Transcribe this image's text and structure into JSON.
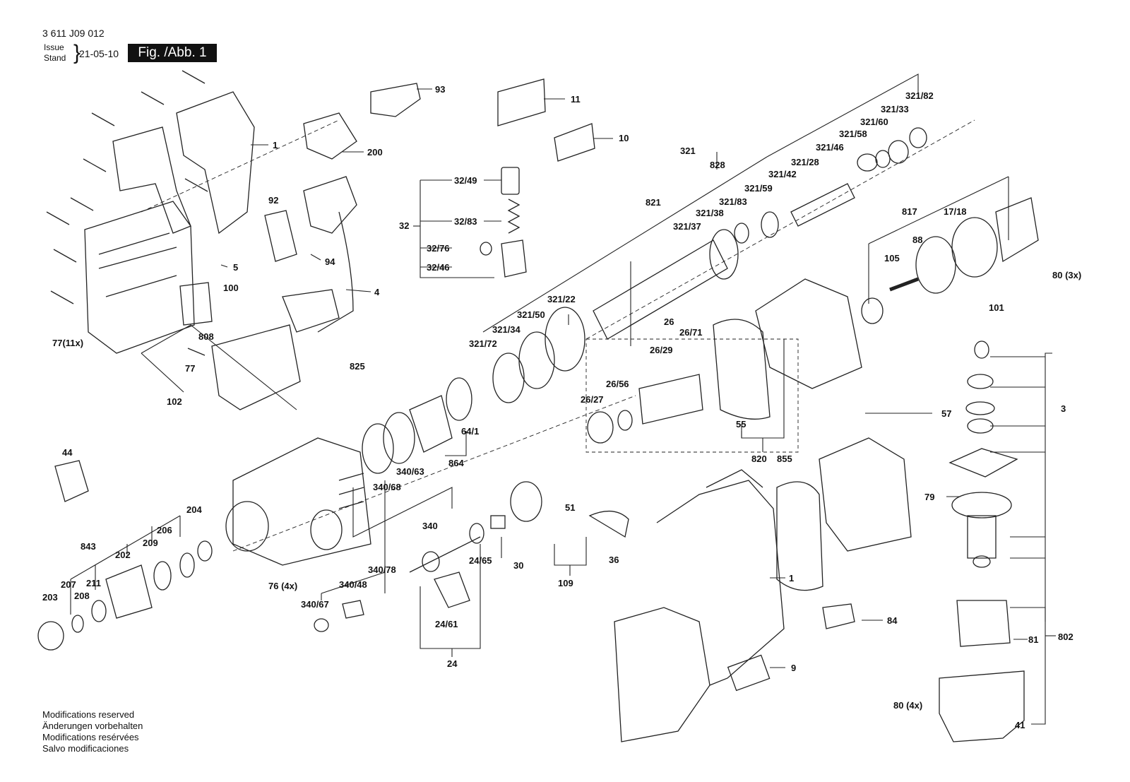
{
  "header": {
    "part_number": "3 611 J09 012",
    "issue_label": "Issue",
    "stand_label": "Stand",
    "issue_date": "21-05-10",
    "figure_label": "Fig. /Abb. 1"
  },
  "callouts": {
    "c1": "1",
    "c1b": "1",
    "c3": "3",
    "c4": "4",
    "c5": "5",
    "c9": "9",
    "c10": "10",
    "c11": "11",
    "c24": "24",
    "c24_61": "24/61",
    "c24_65": "24/65",
    "c26": "26",
    "c26_27": "26/27",
    "c26_29": "26/29",
    "c26_56": "26/56",
    "c26_71": "26/71",
    "c30": "30",
    "c32": "32",
    "c32_46": "32/46",
    "c32_49": "32/49",
    "c32_76": "32/76",
    "c32_83": "32/83",
    "c36": "36",
    "c41": "41",
    "c44": "44",
    "c51": "51",
    "c55": "55",
    "c57": "57",
    "c64_1": "64/1",
    "c76": "76 (4x)",
    "c77": "77",
    "c77b": "77(11x)",
    "c79": "79",
    "c80a": "80 (3x)",
    "c80b": "80 (4x)",
    "c81": "81",
    "c84": "84",
    "c88": "88",
    "c92": "92",
    "c93": "93",
    "c94": "94",
    "c100": "100",
    "c101": "101",
    "c102": "102",
    "c105": "105",
    "c109": "109",
    "c200": "200",
    "c202": "202",
    "c203": "203",
    "c204": "204",
    "c206": "206",
    "c207": "207",
    "c208": "208",
    "c209": "209",
    "c211": "211",
    "c321": "321",
    "c321_22": "321/22",
    "c321_28": "321/28",
    "c321_33": "321/33",
    "c321_34": "321/34",
    "c321_37": "321/37",
    "c321_38": "321/38",
    "c321_42": "321/42",
    "c321_46": "321/46",
    "c321_50": "321/50",
    "c321_58": "321/58",
    "c321_59": "321/59",
    "c321_60": "321/60",
    "c321_72": "321/72",
    "c321_82": "321/82",
    "c321_83": "321/83",
    "c340": "340",
    "c340_48": "340/48",
    "c340_63": "340/63",
    "c340_67": "340/67",
    "c340_68": "340/68",
    "c340_78": "340/78",
    "c802": "802",
    "c808": "808",
    "c817": "817",
    "c820": "820",
    "c821": "821",
    "c825": "825",
    "c828": "828",
    "c843": "843",
    "c855": "855",
    "c864": "864",
    "c17_18": "17/18"
  },
  "footer": {
    "line_en": "Modifications reserved",
    "line_de": "Änderungen vorbehalten",
    "line_fr": "Modifications resérvées",
    "line_es": "Salvo modificaciones"
  }
}
